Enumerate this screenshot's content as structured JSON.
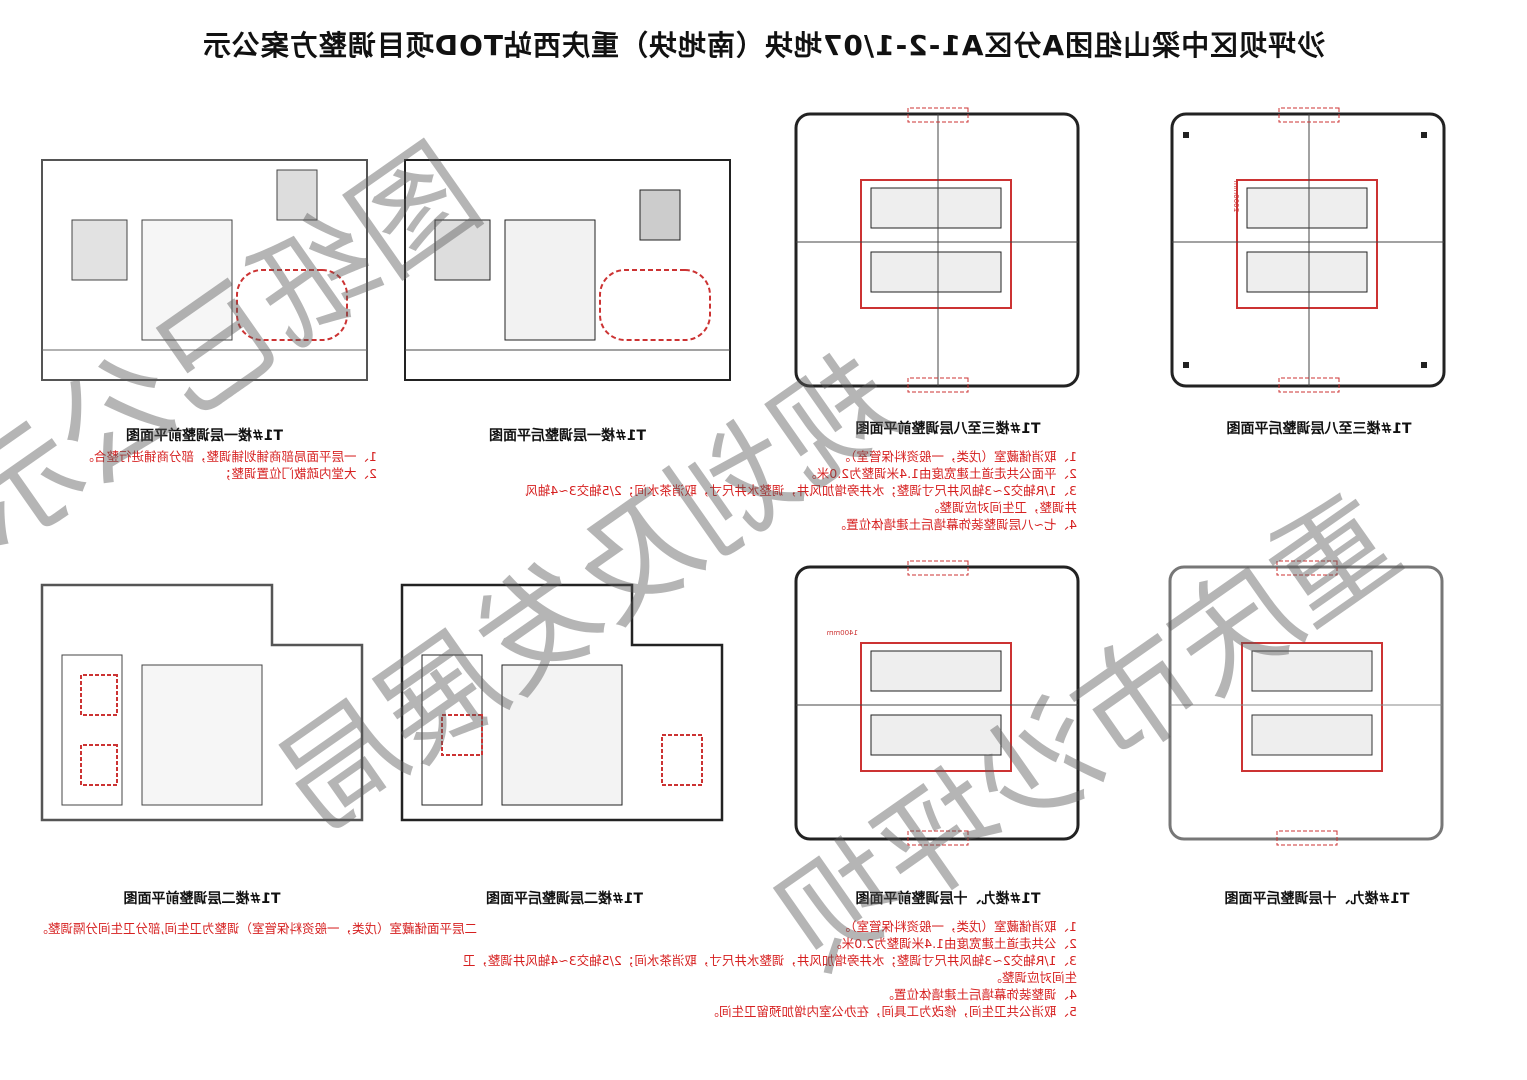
{
  "title": "沙坪坝区中梁山组团A分区A1-2-1/07地块（南地块）重庆西站TOD项目调整方案公示",
  "captions": {
    "p1": "T1#楼三至八层调整后平面图",
    "p2": "T1#楼三至八层调整前平面图",
    "p3": "T1#楼一层调整后平面图",
    "p4": "T1#楼一层调整前平面图",
    "p5": "T1#楼九、十层调整后平面图",
    "p6": "T1#楼九、十层调整前平面图",
    "p7": "T1#楼二层调整后平面图",
    "p8": "T1#楼二层调整前平面图"
  },
  "notes": {
    "n1": [
      "1、取消储藏室（戊类，一般资料保管室）。",
      "2、平面公共走道土建宽度由1.4米调整为2.0米。",
      "3、1/R轴交2~3轴风井尺寸调整；水井旁增加风井，调整水井尺寸，取消茶水间；2/5轴交3~4轴风",
      "井调整，卫生间对应调整。",
      "4、七~八层调整装饰幕墙后土建墙体位置。"
    ],
    "n2": [
      "1、一层平面局部商铺划铺调整，部分商铺进行整合。",
      "2、大堂内疏散门位置调整；"
    ],
    "n3": [
      "1、取消储藏室（戊类，一般资料保管室）。",
      "2、公共走道土建宽度由1.4米调整为2.0米。",
      "3、1/R轴交2~3轴风井尺寸调整；水井旁增加风井，调整水井尺寸，取消茶水间；2/5轴交3~4轴风井调整，卫",
      "生间对应调整。",
      "4、调整装饰幕墙后土建墙体位置。",
      "5、取消公共卫生间，修改为工具间，在办公室内增加预留卫生间。"
    ],
    "n4": [
      "二层平面储藏室（戊类，一般资料保管室）调整为卫生间,部分卫生间分隔调整。"
    ]
  },
  "dims": {
    "d1": "2000mm",
    "d2": "1400mm"
  },
  "watermark": {
    "line1": "图纸已公示",
    "line2": "规划及发展局",
    "line3": "重庆市沙坪坝"
  },
  "colors": {
    "line": "#222222",
    "red": "#d62020",
    "wm": "rgba(80,80,80,0.55)"
  }
}
